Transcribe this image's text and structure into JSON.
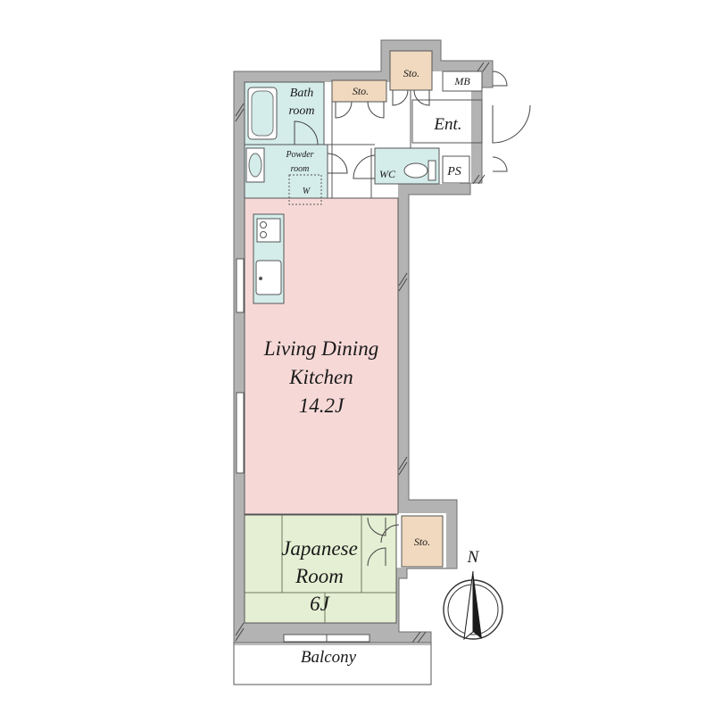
{
  "rooms": {
    "ldk": {
      "line1": "Living Dining",
      "line2": "Kitchen",
      "size": "14.2J"
    },
    "japanese": {
      "line1": "Japanese",
      "line2": "Room",
      "size": "6J"
    },
    "bath": {
      "line1": "Bath",
      "line2": "room"
    },
    "powder": {
      "line1": "Powder",
      "line2": "room",
      "washer": "W"
    },
    "wc": {
      "label": "WC"
    },
    "entrance": {
      "label": "Ent."
    },
    "mb": {
      "label": "MB"
    },
    "ps": {
      "label": "PS"
    },
    "storage_top_left": {
      "label": "Sto."
    },
    "storage_top_right": {
      "label": "Sto."
    },
    "storage_japanese": {
      "label": "Sto."
    },
    "balcony": {
      "label": "Balcony"
    }
  },
  "compass": {
    "label": "N",
    "icon": "north-arrow-icon"
  },
  "colors": {
    "wall": "#b3b3b3",
    "ldk_floor": "#f6d9d7",
    "japanese_floor": "#e5efd3",
    "wet_area": "#d4ecea",
    "storage": "#f0d9bf",
    "floor_white": "#ffffff"
  }
}
